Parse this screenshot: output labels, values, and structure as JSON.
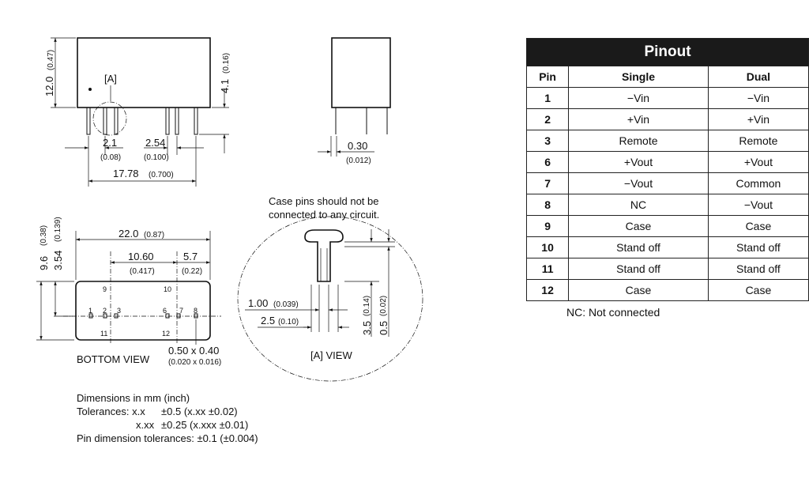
{
  "front_view": {
    "dim_height": "12.0",
    "dim_height_inch": "(0.47)",
    "dim_pin_len": "4.1",
    "dim_pin_len_inch": "(0.16)",
    "detail_marker": "[A]",
    "dim_pin_pitch1": "2.1",
    "dim_pin_pitch1_inch": "(0.08)",
    "dim_pin_pitch2": "2.54",
    "dim_pin_pitch2_inch": "(0.100)",
    "dim_span": "17.78",
    "dim_span_inch": "(0.700)"
  },
  "side_view": {
    "dim_pin_thickness": "0.30",
    "dim_pin_thickness_inch": "(0.012)"
  },
  "bottom_view": {
    "dim_width": "22.0",
    "dim_width_inch": "(0.87)",
    "dim_mid": "10.60",
    "dim_mid_inch": "(0.417)",
    "dim_right": "5.7",
    "dim_right_inch": "(0.22)",
    "dim_depth": "9.6",
    "dim_depth_inch": "(0.38)",
    "dim_row": "3.54",
    "dim_row_inch": "(0.139)",
    "pin_labels": [
      "1",
      "2",
      "3",
      "6",
      "7",
      "8",
      "9",
      "10",
      "11",
      "12"
    ],
    "dim_pin_size": "0.50 x 0.40",
    "dim_pin_size_inch": "(0.020 x 0.016)",
    "caption": "BOTTOM VIEW"
  },
  "detail_view": {
    "note_line1": "Case pins should not be",
    "note_line2": "connected to any circuit.",
    "dim_a": "1.00",
    "dim_a_inch": "(0.039)",
    "dim_b": "2.5",
    "dim_b_inch": "(0.10)",
    "dim_c": "3.5",
    "dim_c_inch": "(0.14)",
    "dim_d": "0.5",
    "dim_d_inch": "(0.02)",
    "caption": "[A] VIEW"
  },
  "notes": {
    "line1": "Dimensions in mm (inch)",
    "line2_a": "Tolerances: x.x",
    "line2_b": "±0.5 (x.xx ±0.02)",
    "line3_a": "x.xx",
    "line3_b": "±0.25 (x.xxx ±0.01)",
    "line4": "Pin dimension tolerances: ±0.1 (±0.004)"
  },
  "pinout": {
    "title": "Pinout",
    "headers": [
      "Pin",
      "Single",
      "Dual"
    ],
    "rows": [
      [
        "1",
        "−Vin",
        "−Vin"
      ],
      [
        "2",
        "+Vin",
        "+Vin"
      ],
      [
        "3",
        "Remote",
        "Remote"
      ],
      [
        "6",
        "+Vout",
        "+Vout"
      ],
      [
        "7",
        "−Vout",
        "Common"
      ],
      [
        "8",
        "NC",
        "−Vout"
      ],
      [
        "9",
        "Case",
        "Case"
      ],
      [
        "10",
        "Stand off",
        "Stand off"
      ],
      [
        "11",
        "Stand off",
        "Stand off"
      ],
      [
        "12",
        "Case",
        "Case"
      ]
    ],
    "footnote": "NC: Not connected"
  }
}
